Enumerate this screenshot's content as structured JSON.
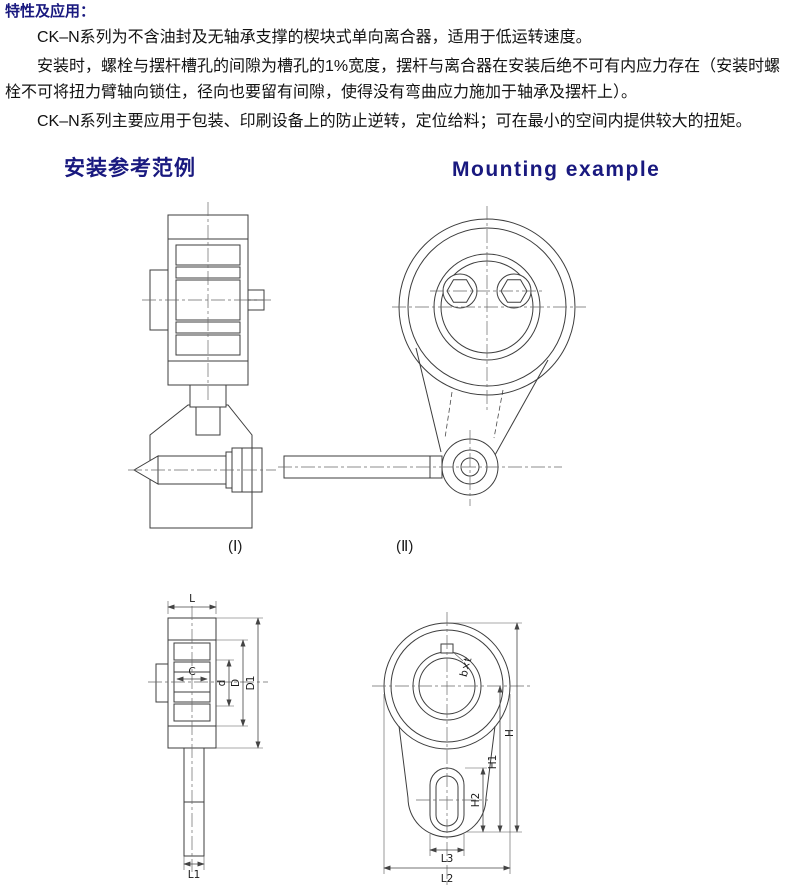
{
  "intro": {
    "title": "特性及应用：",
    "paragraphs": [
      "CK–N系列为不含油封及无轴承支撑的楔块式单向离合器，适用于低运转速度。",
      "安装时，螺栓与摆杆槽孔的间隙为槽孔的1%宽度，摆杆与离合器在安装后绝不可有内应力存在（安装时螺栓不可将扭力臂轴向锁住，径向也要留有间隙，使得没有弯曲应力施加于轴承及摆杆上）。",
      "CK–N系列主要应用于包装、印刷设备上的防止逆转，定位给料；可在最小的空间内提供较大的扭矩。"
    ]
  },
  "headings": {
    "cn": "安装参考范例",
    "en": "Mounting example"
  },
  "figures": {
    "fig1_label": "(Ⅰ)",
    "fig2_label": "(Ⅱ)"
  },
  "dims": {
    "L": "L",
    "C": "C",
    "d": "d",
    "D": "D",
    "D1": "D1",
    "L1": "L1",
    "bxt": "b×t",
    "H1": "H1",
    "H": "H",
    "H2": "H2",
    "L3": "L3",
    "L2": "L2"
  },
  "colors": {
    "heading": "#19197f",
    "body_text": "#121212",
    "line": "#3d3d3d"
  }
}
